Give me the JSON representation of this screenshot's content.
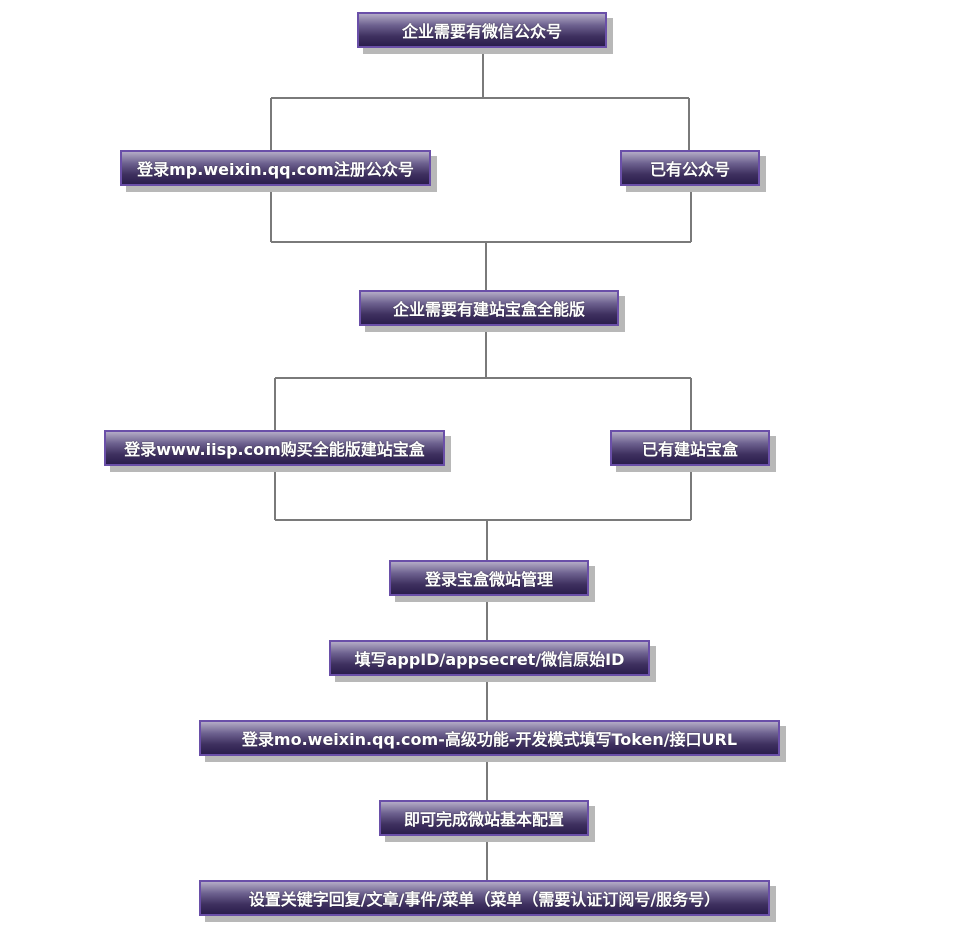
{
  "nodes": {
    "n1": "企业需要有微信公众号",
    "n2": "登录mp.weixin.qq.com注册公众号",
    "n3": "已有公众号",
    "n4": "企业需要有建站宝盒全能版",
    "n5": "登录www.iisp.com购买全能版建站宝盒",
    "n6": "已有建站宝盒",
    "n7": "登录宝盒微站管理",
    "n8": "填写appID/appsecret/微信原始ID",
    "n9": "登录mo.weixin.qq.com-高级功能-开发模式填写Token/接口URL",
    "n10": "即可完成微站基本配置",
    "n11": "设置关键字回复/文章/事件/菜单（菜单（需要认证订阅号/服务号）"
  },
  "colors": {
    "box_border": "#6a4fa8",
    "box_dark": "#2a1d4c",
    "connector": "#7a7a7a"
  }
}
